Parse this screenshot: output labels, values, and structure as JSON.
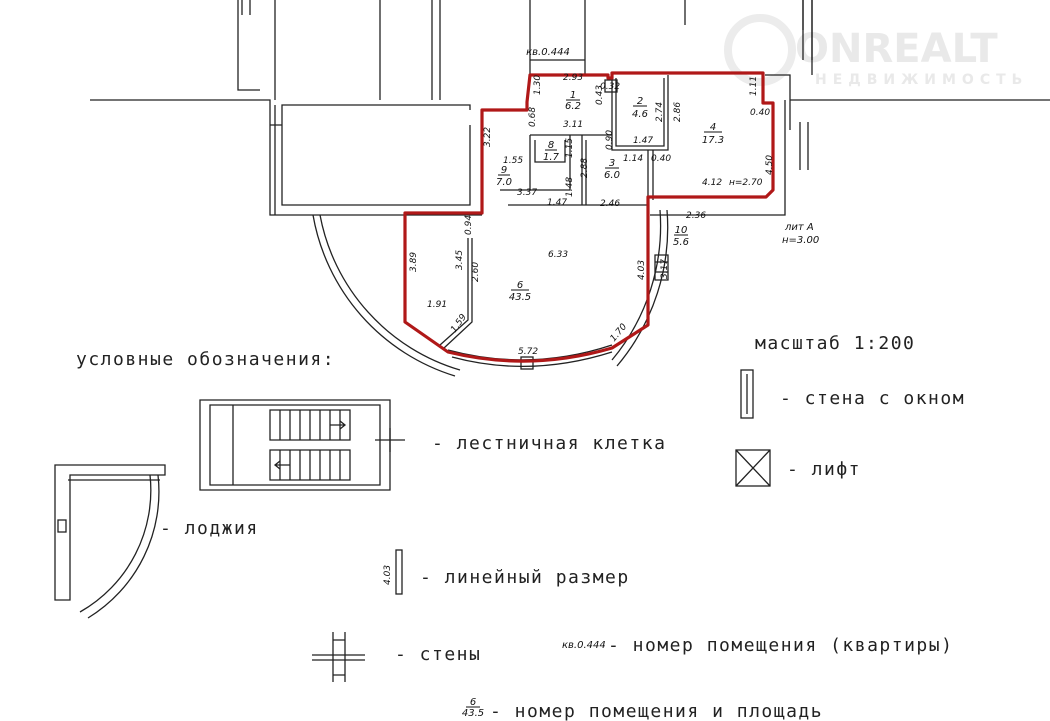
{
  "watermark": {
    "brand": "ONREALT",
    "sub": "НЕДВИЖИМОСТЬ"
  },
  "plan": {
    "apartment_no": "кв.0.444",
    "lit": "лит А",
    "height": "н=3.00",
    "rooms": [
      {
        "no": "1",
        "area": "6.2"
      },
      {
        "no": "2",
        "area": "4.6"
      },
      {
        "no": "3",
        "area": "6.0"
      },
      {
        "no": "4",
        "area": "17.3"
      },
      {
        "no": "6",
        "area": "43.5"
      },
      {
        "no": "8",
        "area": "1.7"
      },
      {
        "no": "9",
        "area": "7.0"
      },
      {
        "no": "10",
        "area": "5.6"
      }
    ],
    "dims": [
      "2.93",
      "1.30",
      "0.43",
      "0.32",
      "2.74",
      "2.86",
      "1.11",
      "0.40",
      "0.68",
      "3.11",
      "3.22",
      "1.15",
      "0.90",
      "1.47",
      "1.55",
      "2.88",
      "1.14",
      "0.40",
      "4.50",
      "4.12",
      "н=2.70",
      "3.37",
      "1.48",
      "1.47",
      "2.46",
      "2.36",
      "0.94",
      "6.33",
      "3.89",
      "3.45",
      "2.60",
      "4.03",
      "3.17",
      "1.91",
      "1.59",
      "1.70",
      "5.72"
    ]
  },
  "legend": {
    "title": "условные обозначения:",
    "scale": "масштаб 1:200",
    "window_wall": "- стена с окном",
    "stairwell": "- лестничная клетка",
    "elevator": "- лифт",
    "loggia": "- лоджия",
    "linear_dim": "- линейный размер",
    "linear_dim_sample": "4.03",
    "walls": "- стены",
    "apt_sample": "кв.0.444",
    "apt_no": "- номер помещения (квартиры)",
    "room_sample_no": "6",
    "room_sample_area": "43.5",
    "room_no_area": "- номер помещения и площадь"
  }
}
